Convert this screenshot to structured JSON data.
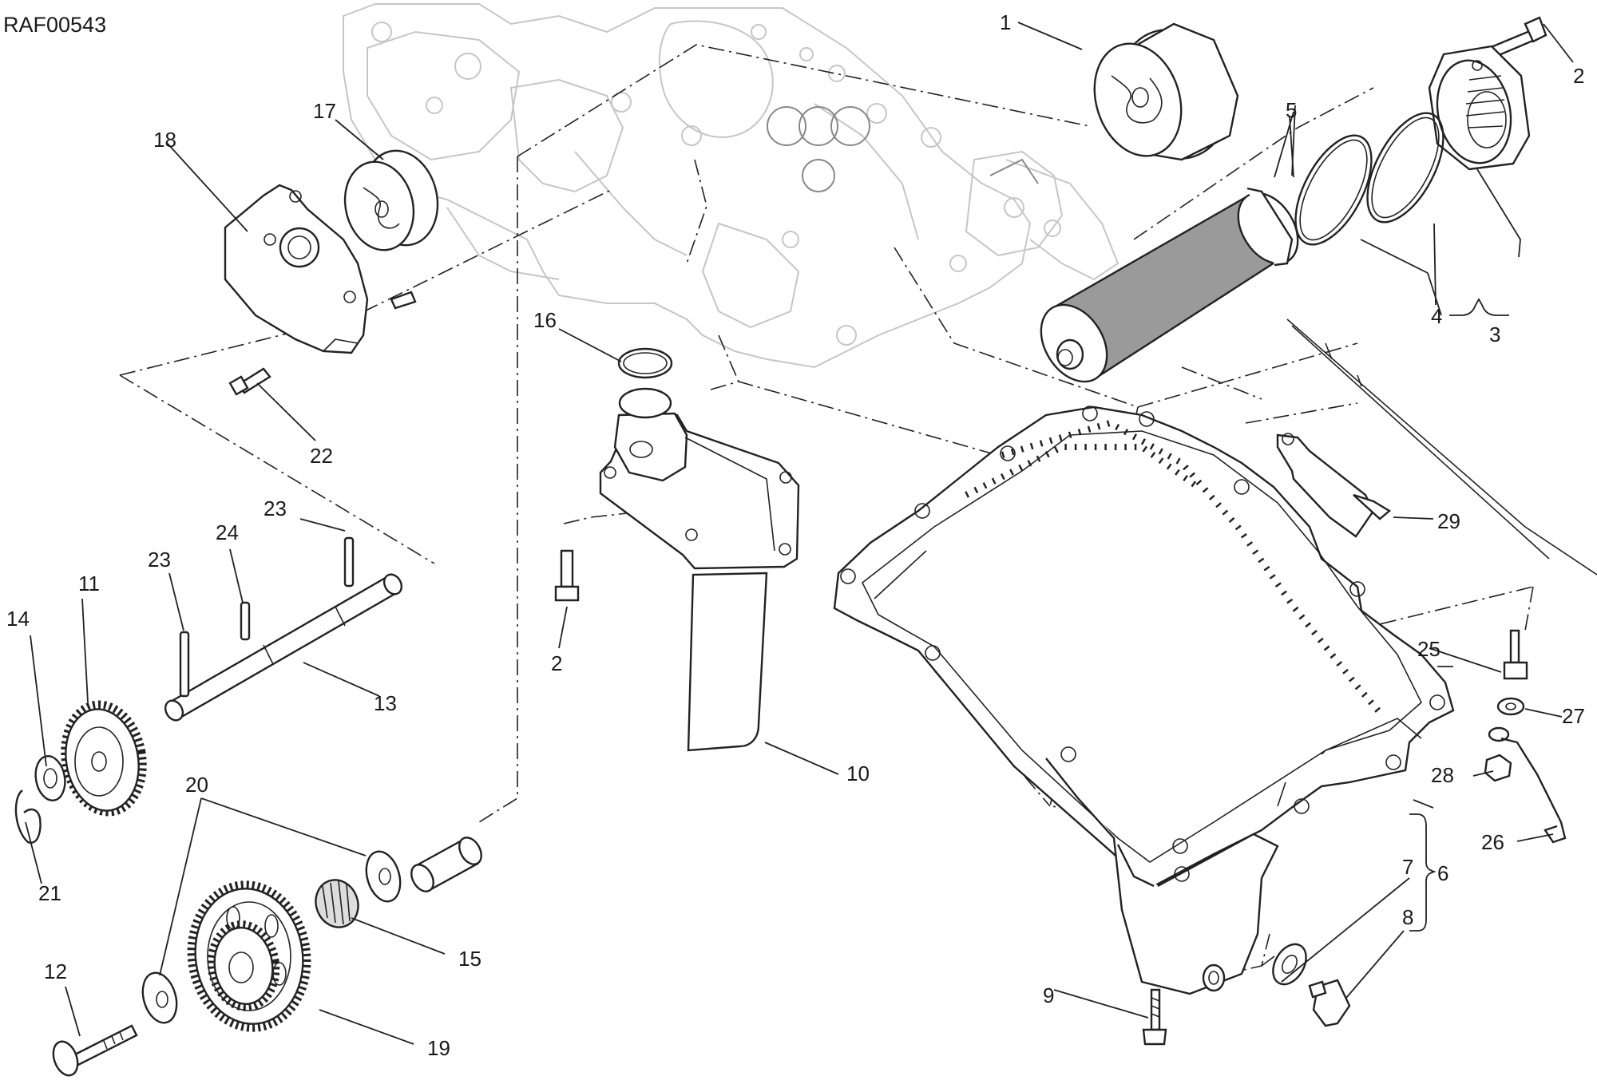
{
  "drawing_code": "RAF00543",
  "callouts": [
    "1",
    "2",
    "3",
    "4",
    "5",
    "6",
    "7",
    "8",
    "9",
    "10",
    "11",
    "12",
    "13",
    "14",
    "15",
    "16",
    "17",
    "18",
    "19",
    "20",
    "21",
    "22",
    "23",
    "24",
    "25",
    "26",
    "27",
    "28",
    "29"
  ]
}
